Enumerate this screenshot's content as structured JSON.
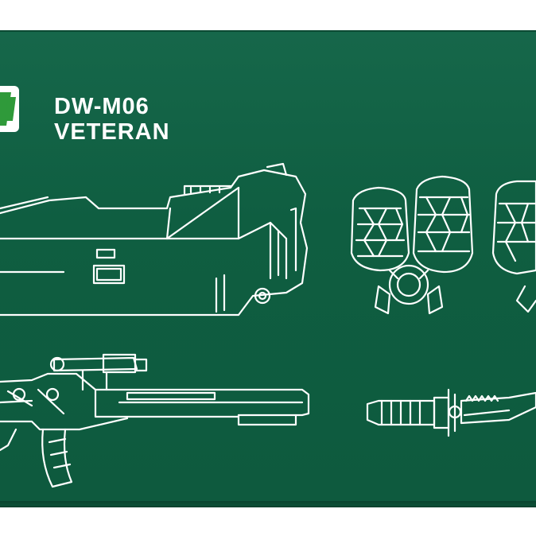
{
  "product": {
    "model_code": "DW-M06",
    "model_name": "VETERAN"
  },
  "colors": {
    "box_green": "#0f5e41",
    "line_art": "#ffffff",
    "logo_green": "#2f9a3a"
  },
  "illustrations": [
    "backpack-booster-outline",
    "fist-hand-parts-outline",
    "assault-rifle-with-scope-outline",
    "knife-weapon-outline"
  ]
}
